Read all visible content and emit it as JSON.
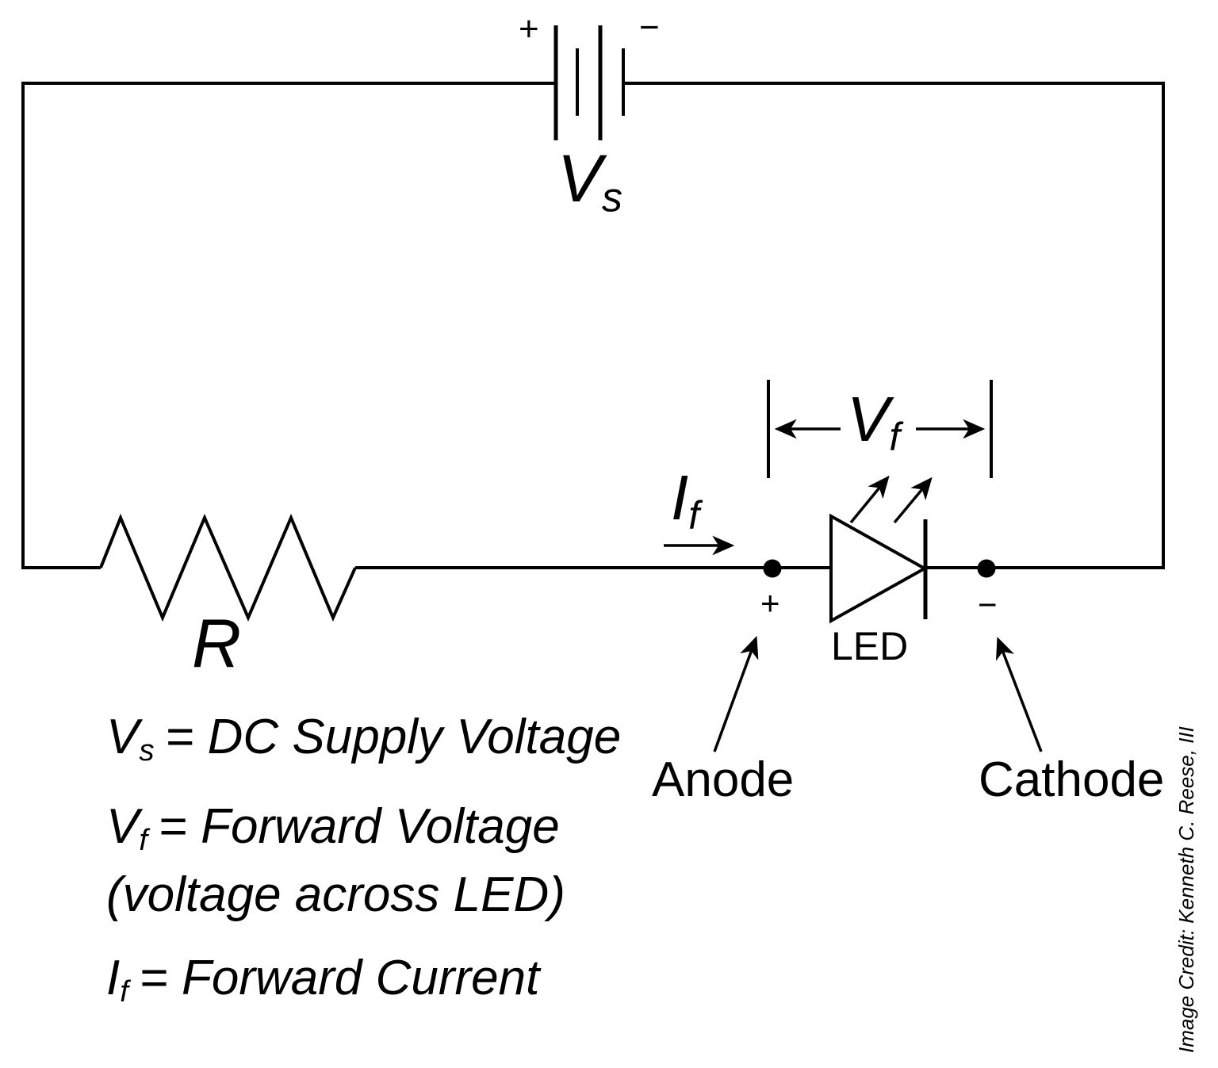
{
  "colors": {
    "ink": "#000000",
    "background": "#ffffff"
  },
  "battery": {
    "plus_sign": "+",
    "minus_sign": "−",
    "label_main": "V",
    "label_sub": "s"
  },
  "resistor": {
    "label": "R"
  },
  "led": {
    "name_label": "LED",
    "anode_label": "Anode",
    "cathode_label": "Cathode",
    "anode_polarity": "+",
    "cathode_polarity": "−",
    "forward_voltage_main": "V",
    "forward_voltage_sub": "f",
    "forward_current_main": "I",
    "forward_current_sub": "f"
  },
  "legend": {
    "line1_sym_main": "V",
    "line1_sym_sub": "s",
    "line1_rest": "= DC Supply Voltage",
    "line2_sym_main": "V",
    "line2_sym_sub": "f",
    "line2_rest": "= Forward Voltage",
    "line3": "(voltage across LED)",
    "line4_sym_main": "I",
    "line4_sym_sub": "f",
    "line4_rest": "= Forward Current"
  },
  "credit": "Image Credit: Kenneth C. Reese, III"
}
